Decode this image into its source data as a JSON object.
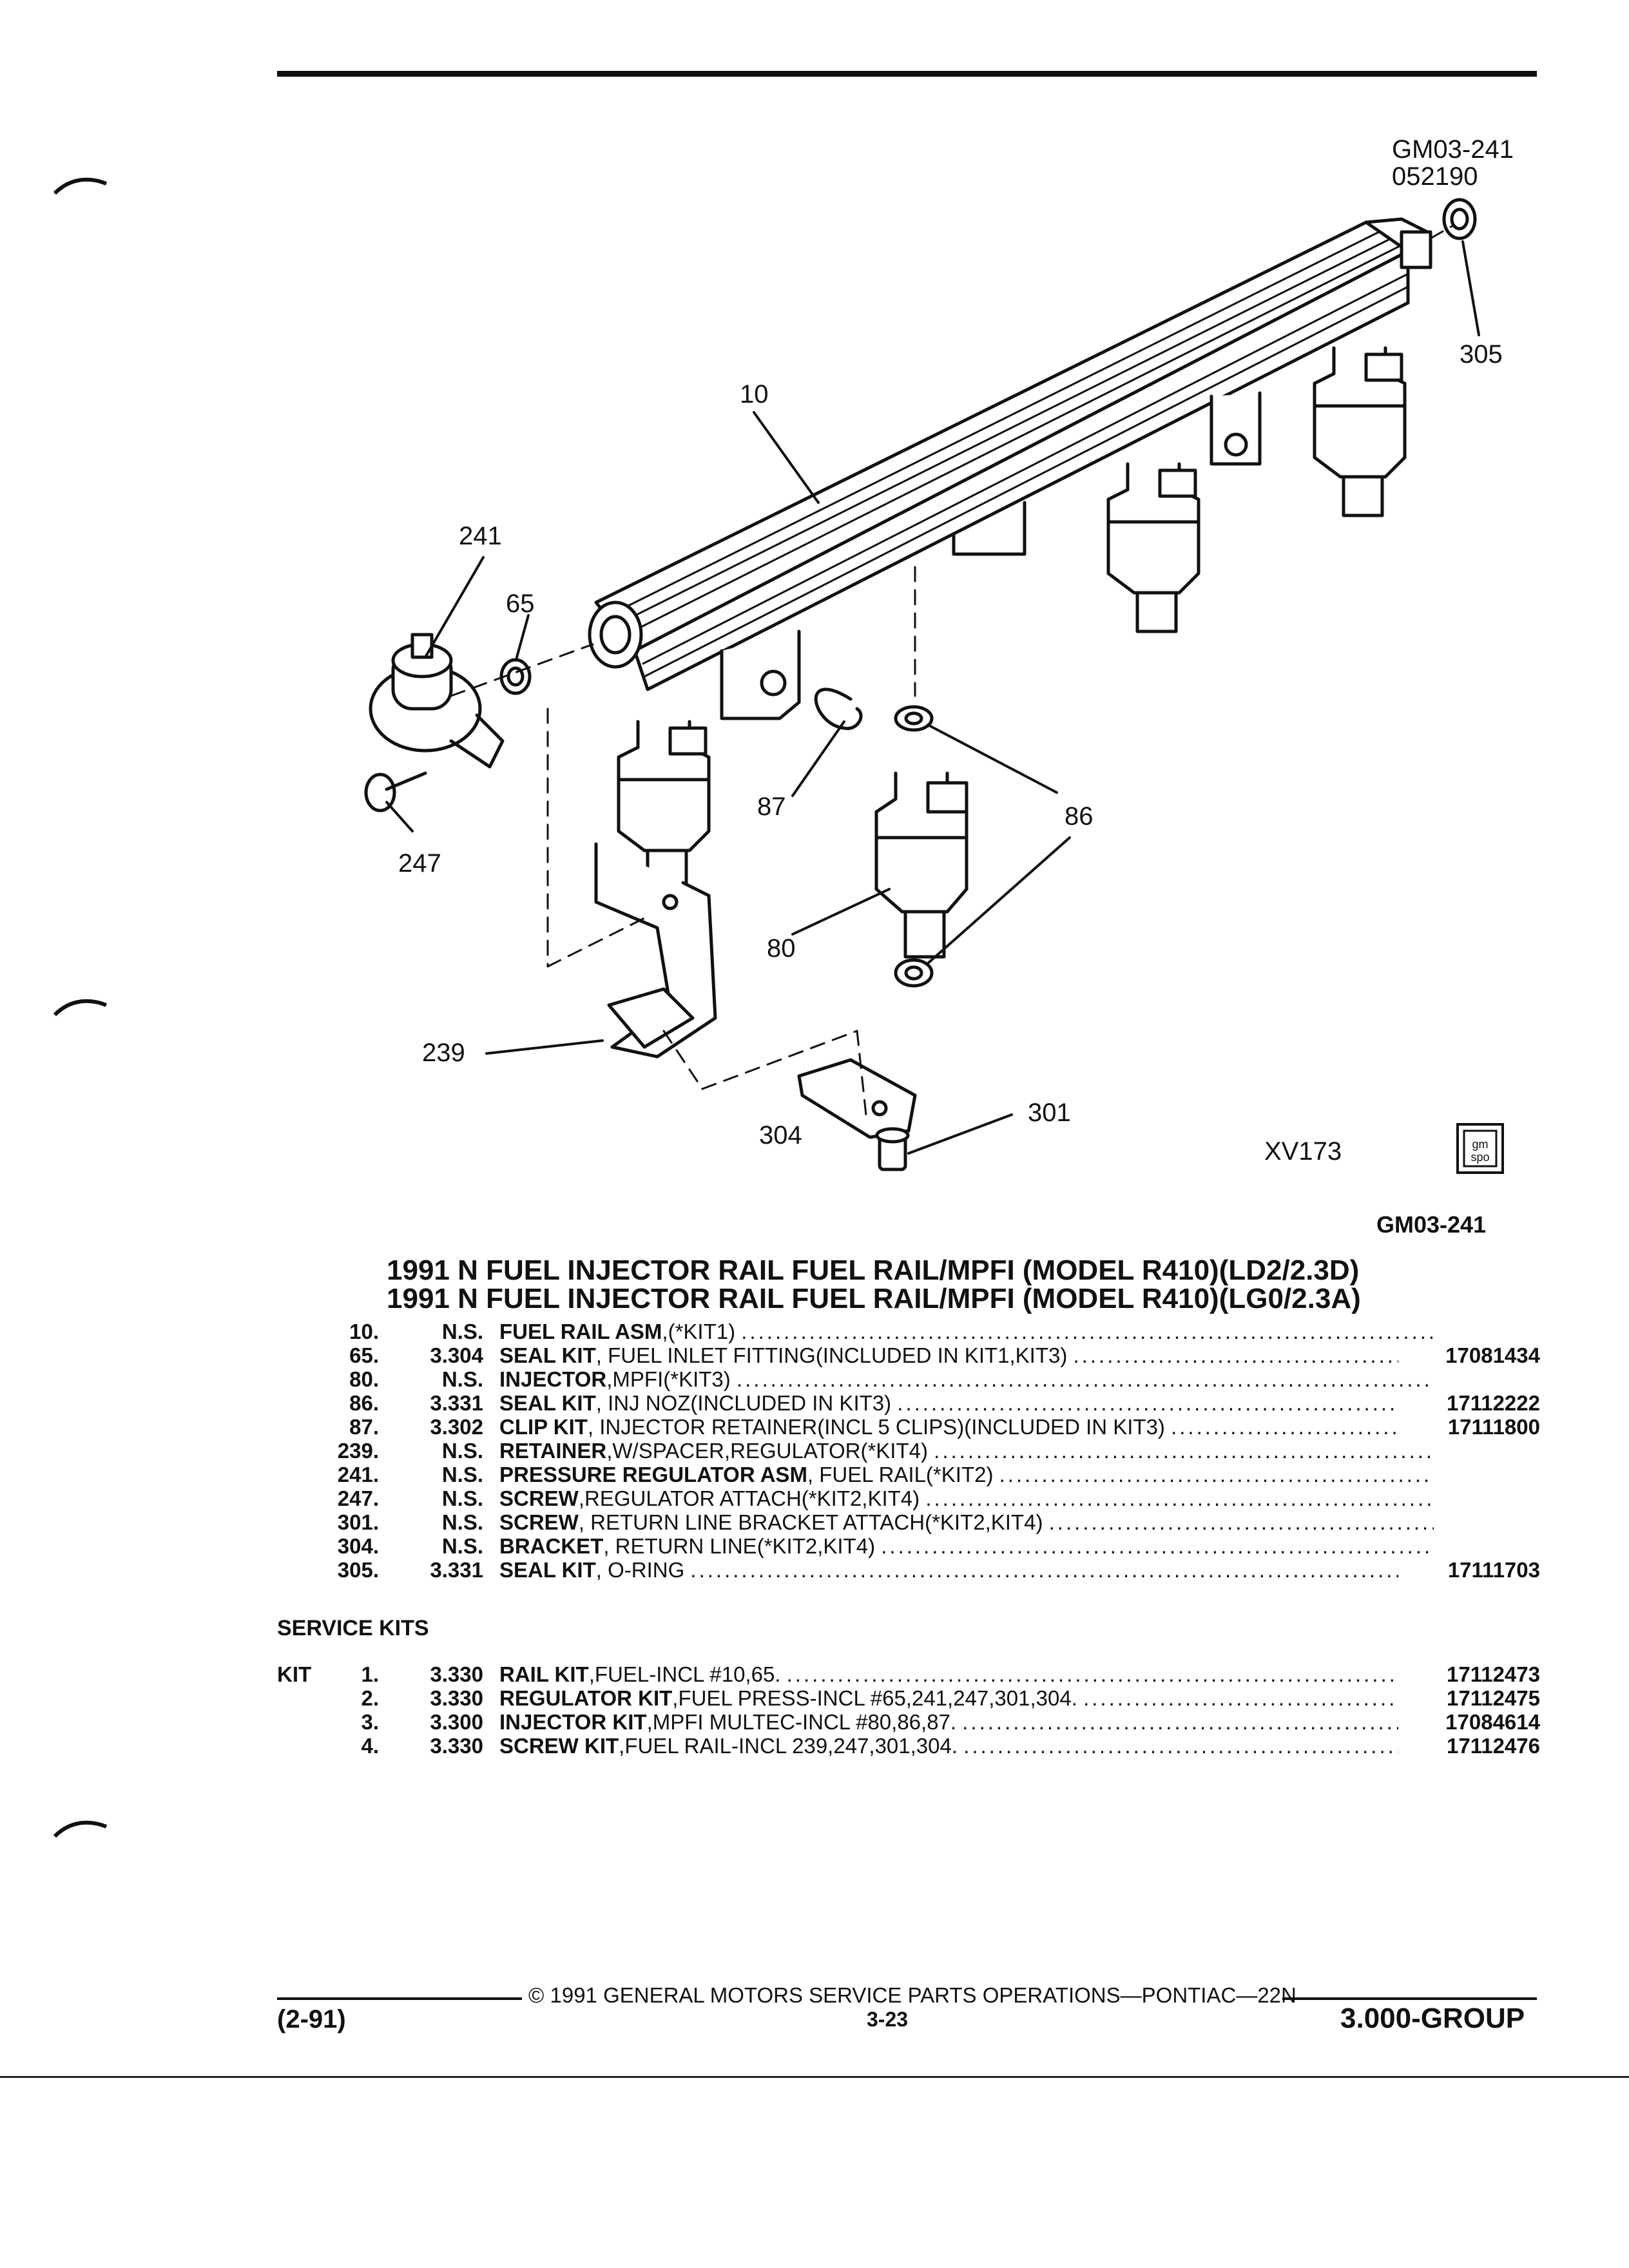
{
  "header": {
    "figure_code": "GM03-241",
    "figure_date": "052190"
  },
  "callouts": {
    "c10": "10",
    "c241": "241",
    "c65": "65",
    "c247": "247",
    "c87": "87",
    "c86": "86",
    "c80": "80",
    "c239": "239",
    "c304": "304",
    "c301": "301",
    "c305": "305"
  },
  "illustration_id": "XV173",
  "logo_text": "gm spo",
  "figure_code_bottom": "GM03-241",
  "titles": [
    "1991 N FUEL INJECTOR RAIL FUEL RAIL/MPFI (MODEL R410)(LD2/2.3D)",
    "1991 N FUEL INJECTOR RAIL FUEL RAIL/MPFI (MODEL R410)(LG0/2.3A)"
  ],
  "parts": [
    {
      "num": "10.",
      "grp": "N.S.",
      "name": "FUEL RAIL ASM",
      "desc": ",(*KIT1)",
      "pn": ""
    },
    {
      "num": "65.",
      "grp": "3.304",
      "name": "SEAL KIT",
      "desc": ", FUEL INLET FITTING(INCLUDED IN KIT1,KIT3)",
      "pn": "17081434"
    },
    {
      "num": "80.",
      "grp": "N.S.",
      "name": "INJECTOR",
      "desc": ",MPFI(*KIT3)",
      "pn": ""
    },
    {
      "num": "86.",
      "grp": "3.331",
      "name": "SEAL KIT",
      "desc": ", INJ NOZ(INCLUDED IN KIT3)",
      "pn": "17112222"
    },
    {
      "num": "87.",
      "grp": "3.302",
      "name": "CLIP KIT",
      "desc": ", INJECTOR RETAINER(INCL 5 CLIPS)(INCLUDED IN KIT3)",
      "pn": "17111800"
    },
    {
      "num": "239.",
      "grp": "N.S.",
      "name": "RETAINER",
      "desc": ",W/SPACER,REGULATOR(*KIT4)",
      "pn": ""
    },
    {
      "num": "241.",
      "grp": "N.S.",
      "name": "PRESSURE REGULATOR ASM",
      "desc": ", FUEL RAIL(*KIT2)",
      "pn": ""
    },
    {
      "num": "247.",
      "grp": "N.S.",
      "name": "SCREW",
      "desc": ",REGULATOR ATTACH(*KIT2,KIT4)",
      "pn": ""
    },
    {
      "num": "301.",
      "grp": "N.S.",
      "name": "SCREW",
      "desc": ", RETURN LINE BRACKET ATTACH(*KIT2,KIT4)",
      "pn": ""
    },
    {
      "num": "304.",
      "grp": "N.S.",
      "name": "BRACKET",
      "desc": ", RETURN LINE(*KIT2,KIT4)",
      "pn": ""
    },
    {
      "num": "305.",
      "grp": "3.331",
      "name": "SEAL KIT",
      "desc": ", O-RING",
      "pn": "17111703"
    }
  ],
  "service_kits_heading": "SERVICE KITS",
  "kit_word": "KIT",
  "kits": [
    {
      "num": "1.",
      "grp": "3.330",
      "name": "RAIL KIT",
      "desc": ",FUEL-INCL #10,65.",
      "pn": "17112473"
    },
    {
      "num": "2.",
      "grp": "3.330",
      "name": "REGULATOR KIT",
      "desc": ",FUEL PRESS-INCL #65,241,247,301,304.",
      "pn": "17112475"
    },
    {
      "num": "3.",
      "grp": "3.300",
      "name": "INJECTOR KIT",
      "desc": ",MPFI MULTEC-INCL #80,86,87.",
      "pn": "17084614"
    },
    {
      "num": "4.",
      "grp": "3.330",
      "name": "SCREW KIT",
      "desc": ",FUEL RAIL-INCL 239,247,301,304.",
      "pn": "17112476"
    }
  ],
  "footer": {
    "copyright": "© 1991 GENERAL MOTORS SERVICE PARTS OPERATIONS—PONTIAC—22N",
    "date_code": "(2-91)",
    "page": "3-23",
    "group": "3.000-GROUP"
  }
}
